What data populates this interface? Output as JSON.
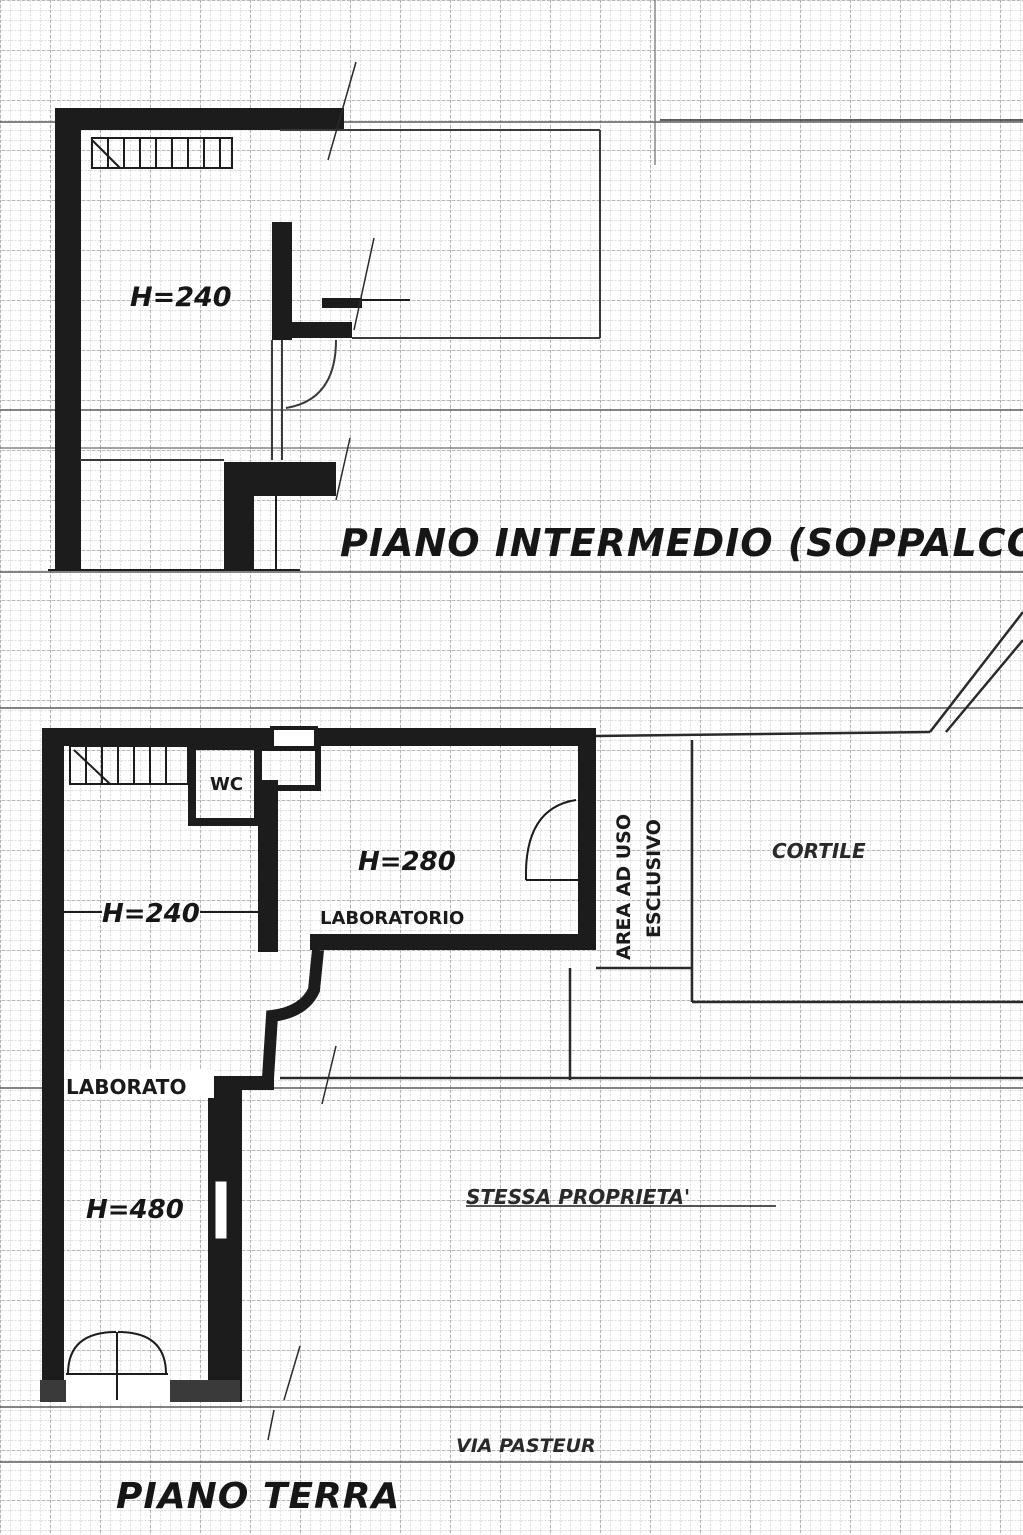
{
  "colors": {
    "paper": "#ffffff",
    "grid_minor": "#b9b9b9",
    "grid_major": "#6e6e6e",
    "wall": "#1c1c1c",
    "ink": "#161616"
  },
  "mezzanine": {
    "title": "PIANO INTERMEDIO (SOPPALCO)",
    "height_label": "H=240"
  },
  "ground_floor": {
    "title": "PIANO TERRA",
    "height_left": "H=240",
    "height_lab": "H=280",
    "height_front": "H=480",
    "lab_label": "LABORATORIO",
    "lab_label_left": "LABORATO",
    "wc_label": "WC",
    "exclusive_area_line1": "AREA AD USO",
    "exclusive_area_line2": "ESCLUSIVO",
    "courtyard_label": "CORTILE",
    "other_property_label": "STESSA PROPRIETA'",
    "street_label": "VIA PASTEUR"
  }
}
